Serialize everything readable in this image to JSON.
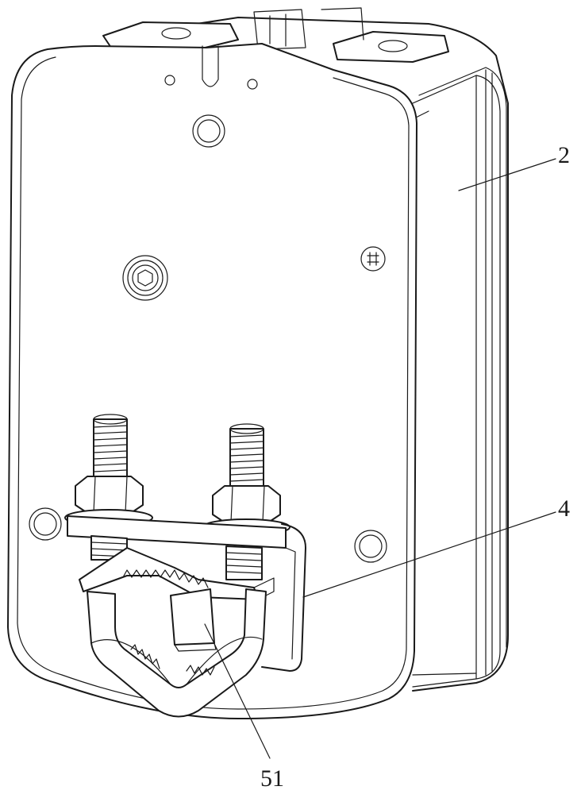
{
  "figure": {
    "labels": {
      "housing": "2",
      "clamp_bracket": "4",
      "clamp_jaw": "51"
    }
  }
}
